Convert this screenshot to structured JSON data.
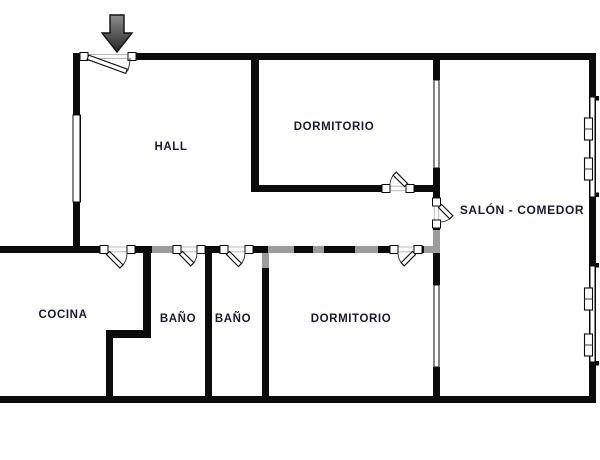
{
  "plan": {
    "type": "apartment-floor-plan"
  },
  "rooms": {
    "hall": "HALL",
    "dormitorio_top": "DORMITORIO",
    "salon_comedor": "SALÓN - COMEDOR",
    "cocina": "COCINA",
    "bano_1": "BAÑO",
    "bano_2": "BAÑO",
    "dormitorio_bottom": "DORMITORIO"
  },
  "icons": {
    "entrance_arrow": "down-arrow-icon"
  },
  "colors": {
    "wall": "#0b0b0b",
    "room_label": "#1a1a33",
    "watermark_gray": "#9c9c9c",
    "background": "#ffffff",
    "arrow_top": "#8e8e8e",
    "arrow_bottom": "#262626"
  }
}
